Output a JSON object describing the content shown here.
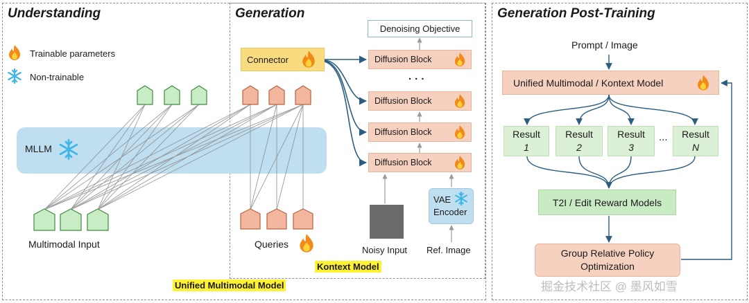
{
  "sections": {
    "understanding": "Understanding",
    "generation": "Generation",
    "post_training": "Generation Post-Training"
  },
  "legend": {
    "trainable": "Trainable parameters",
    "non_trainable": "Non-trainable"
  },
  "understanding": {
    "mllm": "MLLM",
    "multimodal_input": "Multimodal Input"
  },
  "generation": {
    "connector": "Connector",
    "queries": "Queries",
    "denoising_objective": "Denoising Objective",
    "diffusion_block": "Diffusion Block",
    "ellipsis": "· · ·",
    "noisy_input": "Noisy Input",
    "vae_line1": "VAE",
    "vae_line2": "Encoder",
    "ref_image": "Ref. Image",
    "kontext_model": "Kontext Model",
    "unified_model": "Unified Multimodal Model"
  },
  "post_training": {
    "prompt": "Prompt / Image",
    "model": "Unified Multimodal / Kontext Model",
    "results": [
      {
        "label": "Result",
        "index": "1"
      },
      {
        "label": "Result",
        "index": "2"
      },
      {
        "label": "Result",
        "index": "3"
      },
      {
        "label": "Result",
        "index": "N"
      }
    ],
    "ellipsis": "...",
    "reward": "T2I / Edit Reward Models",
    "grpo_line1": "Group Relative Policy",
    "grpo_line2": "Optimization"
  },
  "watermark": "掘金技术社区 @ 墨风如雪",
  "colors": {
    "mllm_band": "#bfdff0",
    "connector": "#f9dc7f",
    "diffusion_block": "#f7d1bf",
    "result": "#dcefd7",
    "green_token": "#c8ecc4",
    "orange_token": "#f2b79e",
    "arrow": "#2a5d80",
    "highlight": "#fff232"
  },
  "icons": [
    "flame-icon",
    "snowflake-icon",
    "arrow-icon"
  ]
}
